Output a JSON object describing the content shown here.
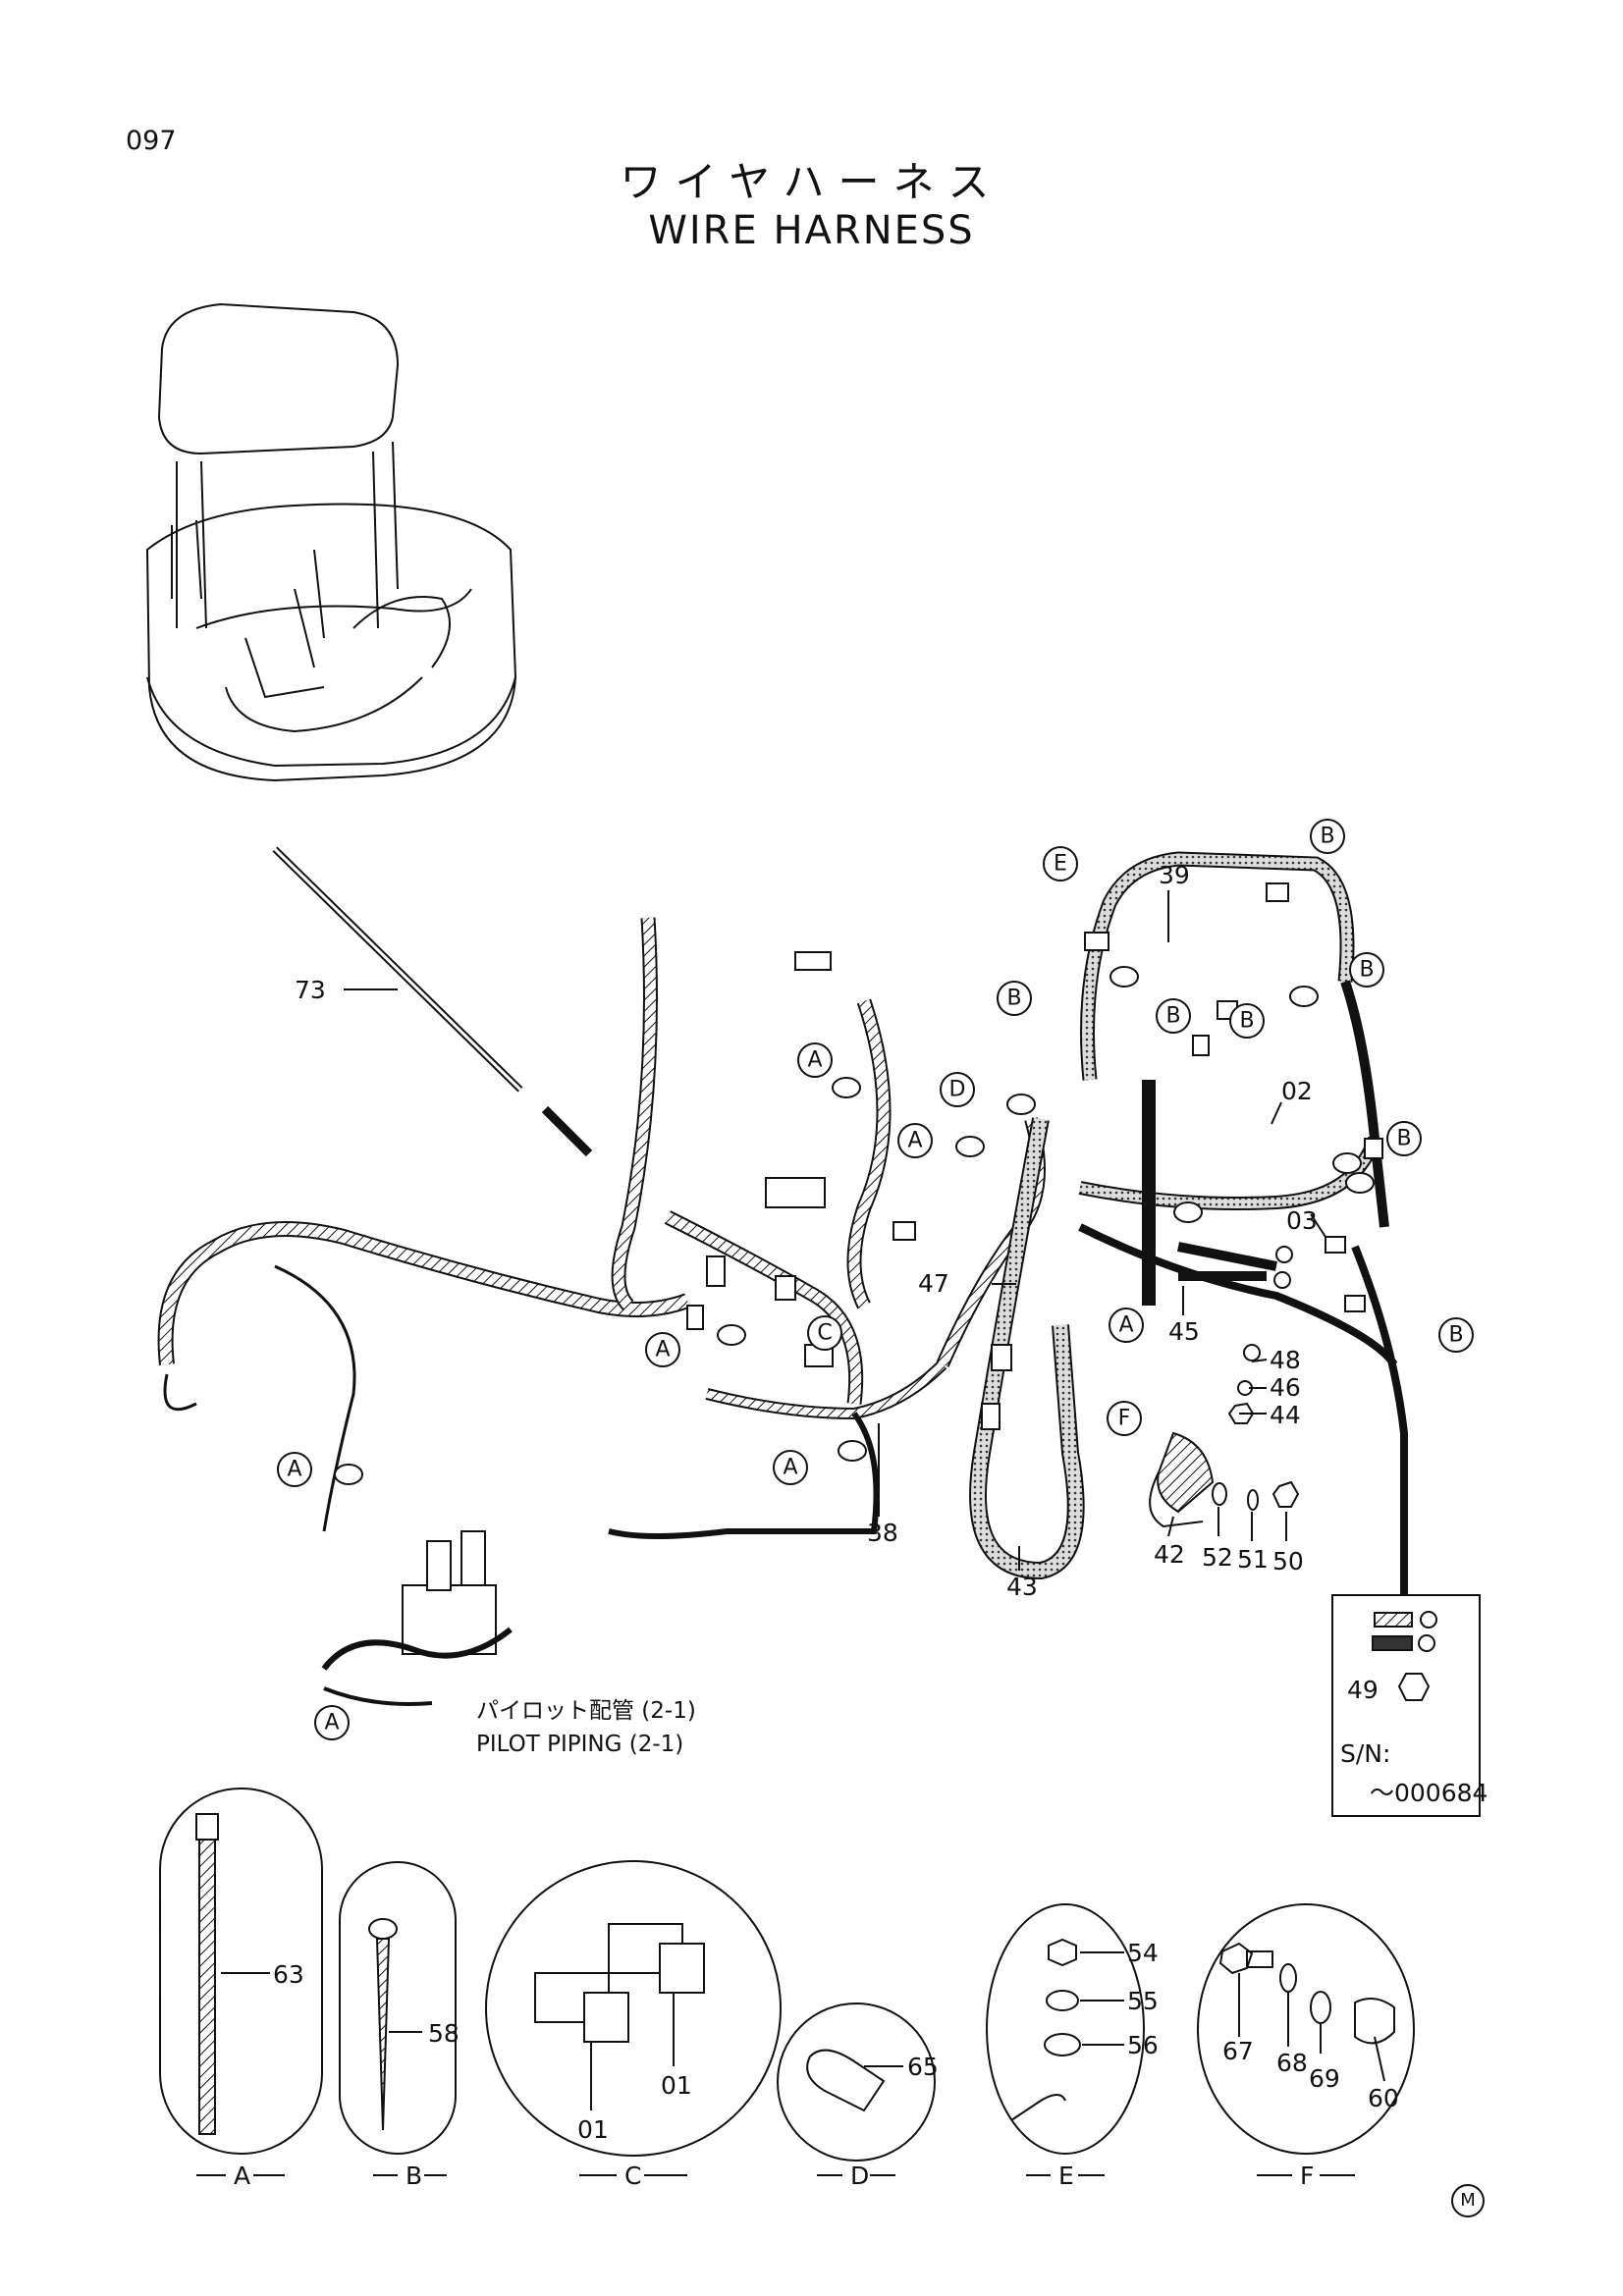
{
  "header": {
    "page_number": "097",
    "title_jp": "ワイヤハーネス",
    "title_en": "WIRE HARNESS"
  },
  "callout_letters": {
    "a": "A",
    "b": "B",
    "c": "C",
    "d": "D",
    "e": "E",
    "f": "F"
  },
  "parts": {
    "p01": "01",
    "p02": "02",
    "p03": "03",
    "p38": "38",
    "p39": "39",
    "p42": "42",
    "p43": "43",
    "p44": "44",
    "p45": "45",
    "p46": "46",
    "p47": "47",
    "p48": "48",
    "p49": "49",
    "p50": "50",
    "p51": "51",
    "p52": "52",
    "p54": "54",
    "p55": "55",
    "p56": "56",
    "p58": "58",
    "p60": "60",
    "p63": "63",
    "p65": "65",
    "p67": "67",
    "p68": "68",
    "p69": "69",
    "p73": "73"
  },
  "pilot_note": {
    "jp": "パイロット配管 (2-1)",
    "en": "PILOT PIPING (2-1)"
  },
  "serial_box": {
    "label": "S/N:",
    "value": "～000684"
  },
  "detail_labels": [
    "A",
    "B",
    "C",
    "D",
    "E",
    "F"
  ],
  "footer_mark": "M"
}
